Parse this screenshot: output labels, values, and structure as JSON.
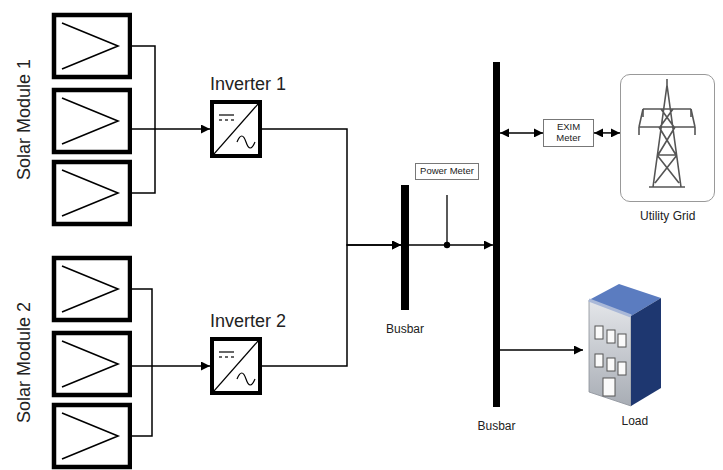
{
  "diagram": {
    "nodes": [
      {
        "text": [
          "Solar Module 1"
        ]
      },
      {
        "text": [
          "Inverter 1"
        ]
      },
      {
        "text": [
          "Solar Module 2"
        ]
      },
      {
        "text": [
          "Inverter 2"
        ]
      },
      {
        "text": [
          "Power Meter"
        ]
      },
      {
        "text": [
          "Busbar"
        ]
      },
      {
        "text": [
          "EXIM Meter"
        ]
      },
      {
        "text": [
          "Busbar"
        ]
      },
      {
        "text": [
          "Utility Grid"
        ]
      },
      {
        "text": [
          "Load"
        ]
      }
    ],
    "edges": [
      {
        "from": 0,
        "to": 1,
        "arrow": "to"
      },
      {
        "from": 2,
        "to": 3,
        "arrow": "to"
      },
      {
        "from": 1,
        "to": 5,
        "arrow": "to"
      },
      {
        "from": 3,
        "to": 5,
        "arrow": "to"
      },
      {
        "from": 5,
        "to": 7,
        "arrow": "to"
      },
      {
        "from": 7,
        "to": 6,
        "arrow": "both"
      },
      {
        "from": 6,
        "to": 8,
        "arrow": "both"
      },
      {
        "from": 7,
        "to": 9,
        "arrow": "to"
      }
    ]
  }
}
